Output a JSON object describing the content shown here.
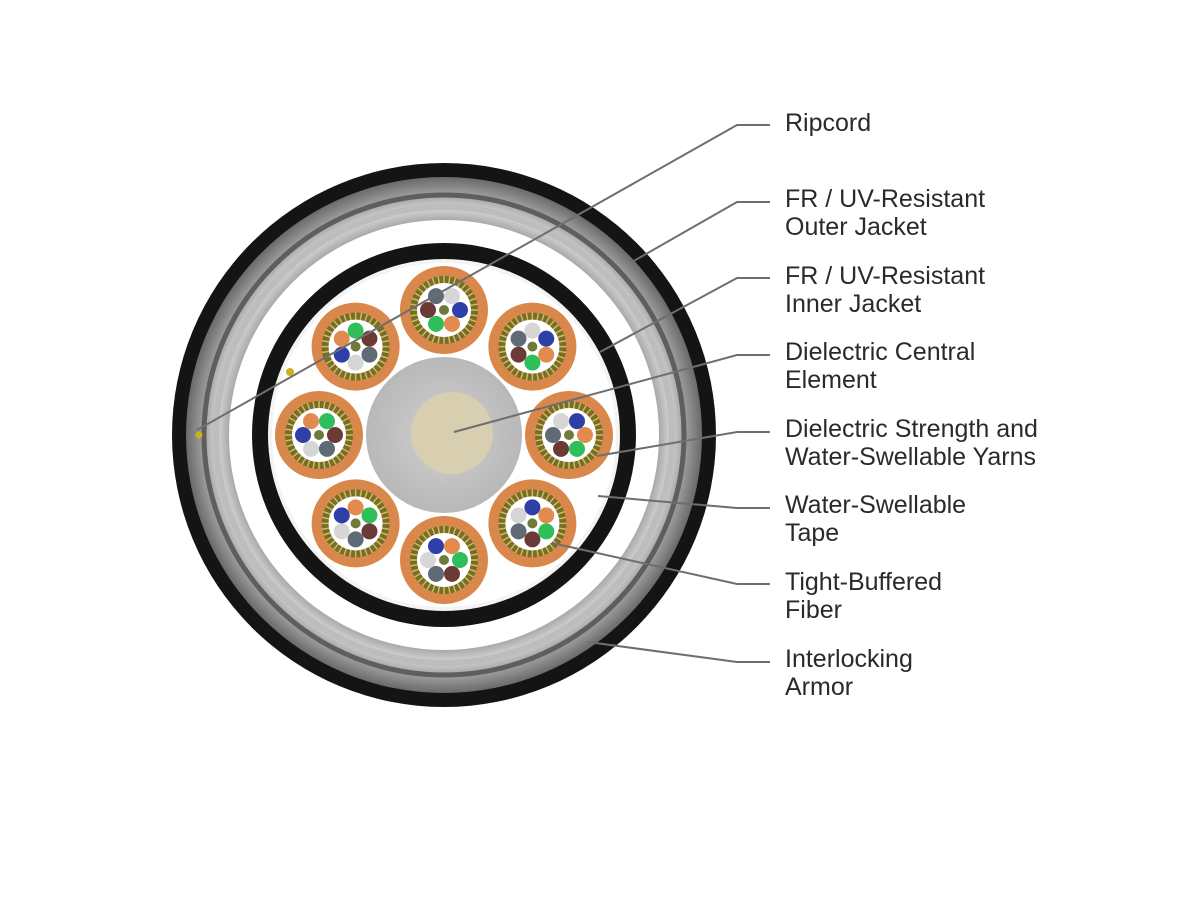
{
  "callouts": [
    {
      "id": "ripcord",
      "lines": [
        "Ripcord"
      ]
    },
    {
      "id": "outer-jacket",
      "lines": [
        "FR / UV-Resistant",
        "Outer Jacket"
      ]
    },
    {
      "id": "inner-jacket",
      "lines": [
        "FR / UV-Resistant",
        "Inner Jacket"
      ]
    },
    {
      "id": "central-element",
      "lines": [
        "Dielectric Central",
        "Element"
      ]
    },
    {
      "id": "strength-yarns",
      "lines": [
        "Dielectric Strength and",
        "Water-Swellable Yarns"
      ]
    },
    {
      "id": "swellable-tape",
      "lines": [
        "Water-Swellable",
        "Tape"
      ]
    },
    {
      "id": "tight-buffered-fiber",
      "lines": [
        "Tight-Buffered",
        "Fiber"
      ]
    },
    {
      "id": "interlocking-armor",
      "lines": [
        "Interlocking",
        "Armor"
      ]
    }
  ],
  "colors": {
    "jacket": "#141414",
    "armor_light": "#c9c9c9",
    "armor_dark": "#7d7d7d",
    "subunit_jacket": "#d9874a",
    "central_element": "#c8c8c8",
    "central_core": "#d8cfb0",
    "leader_line": "#6e6e6e",
    "label_text": "#2a2a2a"
  },
  "fiber_colors": [
    "#2f3fa8",
    "#e38a4e",
    "#2fbf5a",
    "#6b3a36",
    "#606a75",
    "#d6d6d6"
  ]
}
